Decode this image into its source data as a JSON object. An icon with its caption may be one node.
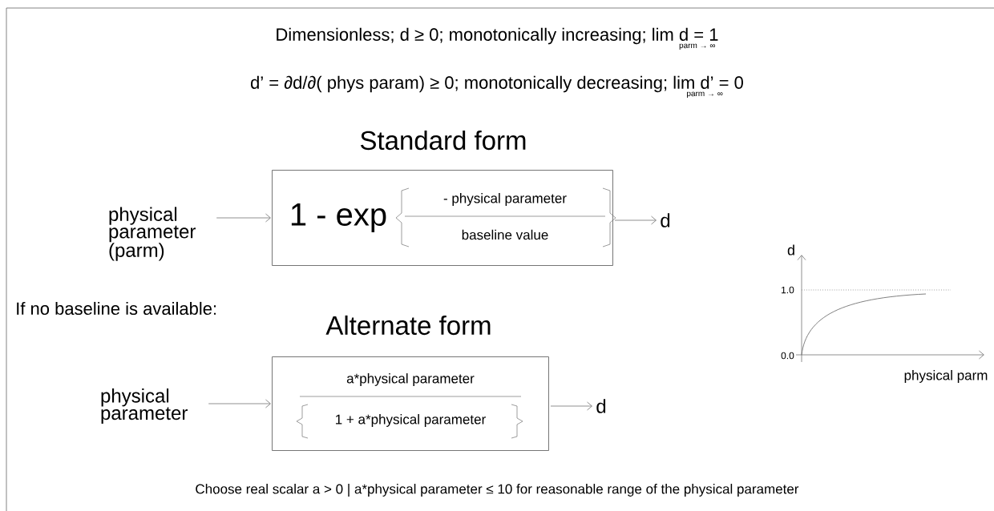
{
  "diagram": {
    "nodes": [
      {
        "text": [
          "physical parameter (parm)"
        ]
      },
      {
        "text": [
          "Standard form",
          "1 - exp",
          "- physical parameter",
          "baseline value"
        ]
      },
      {
        "text": [
          "d"
        ]
      },
      {
        "text": [
          "physical parameter"
        ]
      },
      {
        "text": [
          "Alternate form",
          "a*physical parameter",
          "1 + a*physical parameter"
        ]
      },
      {
        "text": [
          "d"
        ]
      }
    ],
    "edges": [
      {
        "from": 0,
        "to": 1,
        "arrow": "to"
      },
      {
        "from": 1,
        "to": 2,
        "arrow": "to"
      },
      {
        "from": 3,
        "to": 4,
        "arrow": "to"
      },
      {
        "from": 4,
        "to": 5,
        "arrow": "to"
      }
    ],
    "labels": [
      "Dimensionless;  d ≥ 0; monotonically increasing; lim d = 1",
      "parm → ∞",
      "d’ = ∂d/∂( phys param) ≥ 0; monotonically decreasing;  lim d’ = 0",
      "parm → ∞",
      "If no baseline is available:",
      "d",
      "1.0",
      "0.0",
      "physical parm",
      "Choose  real scalar a > 0 |   a*physical parameter  ≤ 10 for reasonable range of the physical parameter"
    ]
  }
}
